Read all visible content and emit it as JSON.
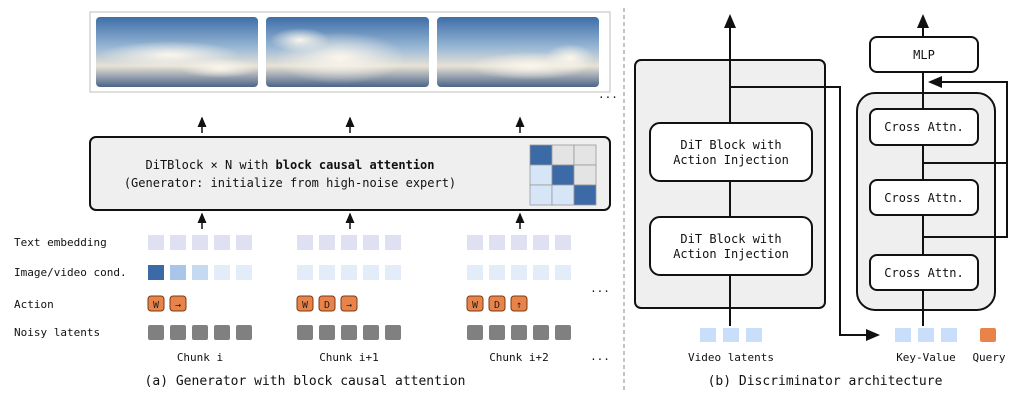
{
  "generator": {
    "block_line1_prefix": "DiTBlock × N with ",
    "block_line1_bold": "block causal attention",
    "block_line2": "(Generator: initialize from high-noise expert)",
    "row_labels": [
      "Text embedding",
      "Image/video cond.",
      "Action",
      "Noisy latents"
    ],
    "chunks": [
      {
        "label": "Chunk i",
        "actions": [
          "W",
          "→"
        ]
      },
      {
        "label": "Chunk i+1",
        "actions": [
          "W",
          "D",
          "→"
        ]
      },
      {
        "label": "Chunk i+2",
        "actions": [
          "W",
          "D",
          "↑"
        ]
      }
    ],
    "ellipsis": "...",
    "caption": "(a) Generator with block causal attention"
  },
  "discriminator": {
    "dit_block_line1": "DiT Block with",
    "dit_block_line2": "Action Injection",
    "mlp": "MLP",
    "cross_attn": "Cross Attn.",
    "video_latents": "Video latents",
    "key_value": "Key-Value",
    "query": "Query",
    "caption": "(b) Discriminator architecture"
  },
  "colors": {
    "accent_orange": "#e8834a",
    "text_embed": "#dfe1f2",
    "latent_gray": "#808080",
    "light_blue": "#c9defa",
    "matrix_dark": "#3c6aa6"
  }
}
